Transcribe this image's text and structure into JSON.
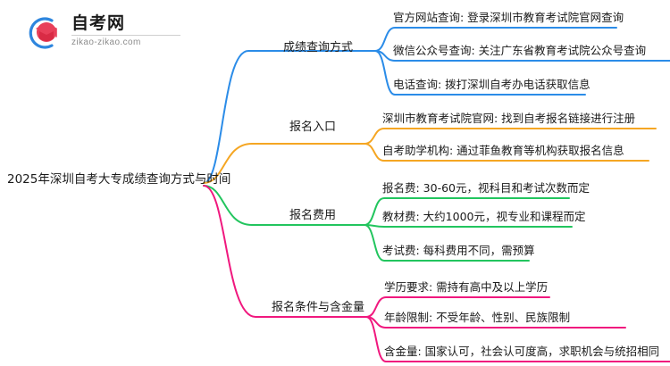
{
  "logo": {
    "name_cn": "自考网",
    "url": "zikao-zikao.com",
    "mark_icon": "graduation-cap-logo-icon",
    "arc_color": "#2E86DE",
    "cap_color": "#E8405A"
  },
  "mindmap": {
    "root": {
      "label": "2025年深圳自考大专成绩查询方式与时间"
    },
    "branches": [
      {
        "label": "成绩查询方式",
        "color": "#2B8CE8",
        "children": [
          {
            "label": "官方网站查询: 登录深圳市教育考试院官网查询"
          },
          {
            "label": "微信公众号查询: 关注广东省教育考试院公众号查询"
          },
          {
            "label": "电话查询: 拨打深圳自考办电话获取信息"
          }
        ]
      },
      {
        "label": "报名入口",
        "color": "#F5A623",
        "children": [
          {
            "label": "深圳市教育考试院官网: 找到自考报名链接进行注册"
          },
          {
            "label": "自考助学机构: 通过菲鱼教育等机构获取报名信息"
          }
        ]
      },
      {
        "label": "报名费用",
        "color": "#22C55E",
        "children": [
          {
            "label": "报名费: 30-60元，视科目和考试次数而定"
          },
          {
            "label": "教材费: 大约1000元，视专业和课程而定"
          },
          {
            "label": "考试费: 每科费用不同，需预算"
          }
        ]
      },
      {
        "label": "报名条件与含金量",
        "color": "#F0187E",
        "children": [
          {
            "label": "学历要求: 需持有高中及以上学历"
          },
          {
            "label": "年龄限制: 不受年龄、性别、民族限制"
          },
          {
            "label": "含金量: 国家认可，社会认可度高，求职机会与统招相同"
          }
        ]
      }
    ]
  }
}
